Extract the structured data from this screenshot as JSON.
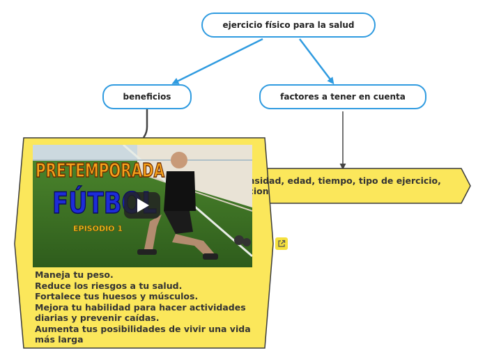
{
  "nodes": {
    "root": "ejercicio físico para la salud",
    "benefits": "beneficios",
    "factors": "factores a tener en cuenta"
  },
  "factors_content": "ensidad, edad, tiempo, tipo de ejercicio, acion",
  "video": {
    "title_line1": "PRETEMPORADA",
    "title_line2": "FÚTBOL",
    "episode": "EPISODIO 1"
  },
  "benefits_list": [
    "Maneja tu peso.",
    "Reduce los riesgos a tu salud.",
    "Fortalece tus huesos y músculos.",
    "Mejora tu habilidad para hacer actividades diarias y prevenir caídas.",
    "Aumenta tus posibilidades de vivir una vida más larga"
  ],
  "colors": {
    "node_border": "#2f9be0",
    "topic_fill": "#fbe75b",
    "topic_border": "#3a3a3a",
    "connector": "#444444"
  },
  "icons": [
    "play-icon",
    "external-link-icon"
  ]
}
